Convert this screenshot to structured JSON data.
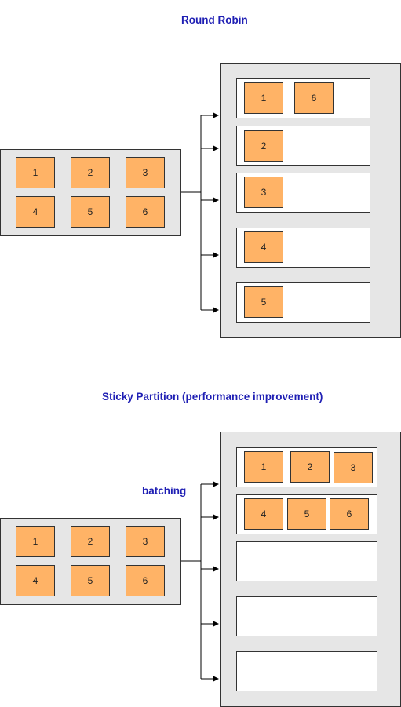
{
  "round_robin": {
    "title": "Round Robin",
    "source_messages": [
      "1",
      "2",
      "3",
      "4",
      "5",
      "6"
    ],
    "partitions": [
      [
        "1",
        "6"
      ],
      [
        "2"
      ],
      [
        "3"
      ],
      [
        "4"
      ],
      [
        "5"
      ]
    ]
  },
  "sticky": {
    "title": "Sticky Partition (performance improvement)",
    "batching_label": "batching",
    "source_messages": [
      "1",
      "2",
      "3",
      "4",
      "5",
      "6"
    ],
    "partitions": [
      [
        "1",
        "2",
        "3"
      ],
      [
        "4",
        "5",
        "6"
      ],
      [],
      [],
      []
    ]
  },
  "colors": {
    "message_fill": "#ffb366",
    "group_fill": "#e6e6e6",
    "title_text": "#1f1fb4"
  }
}
